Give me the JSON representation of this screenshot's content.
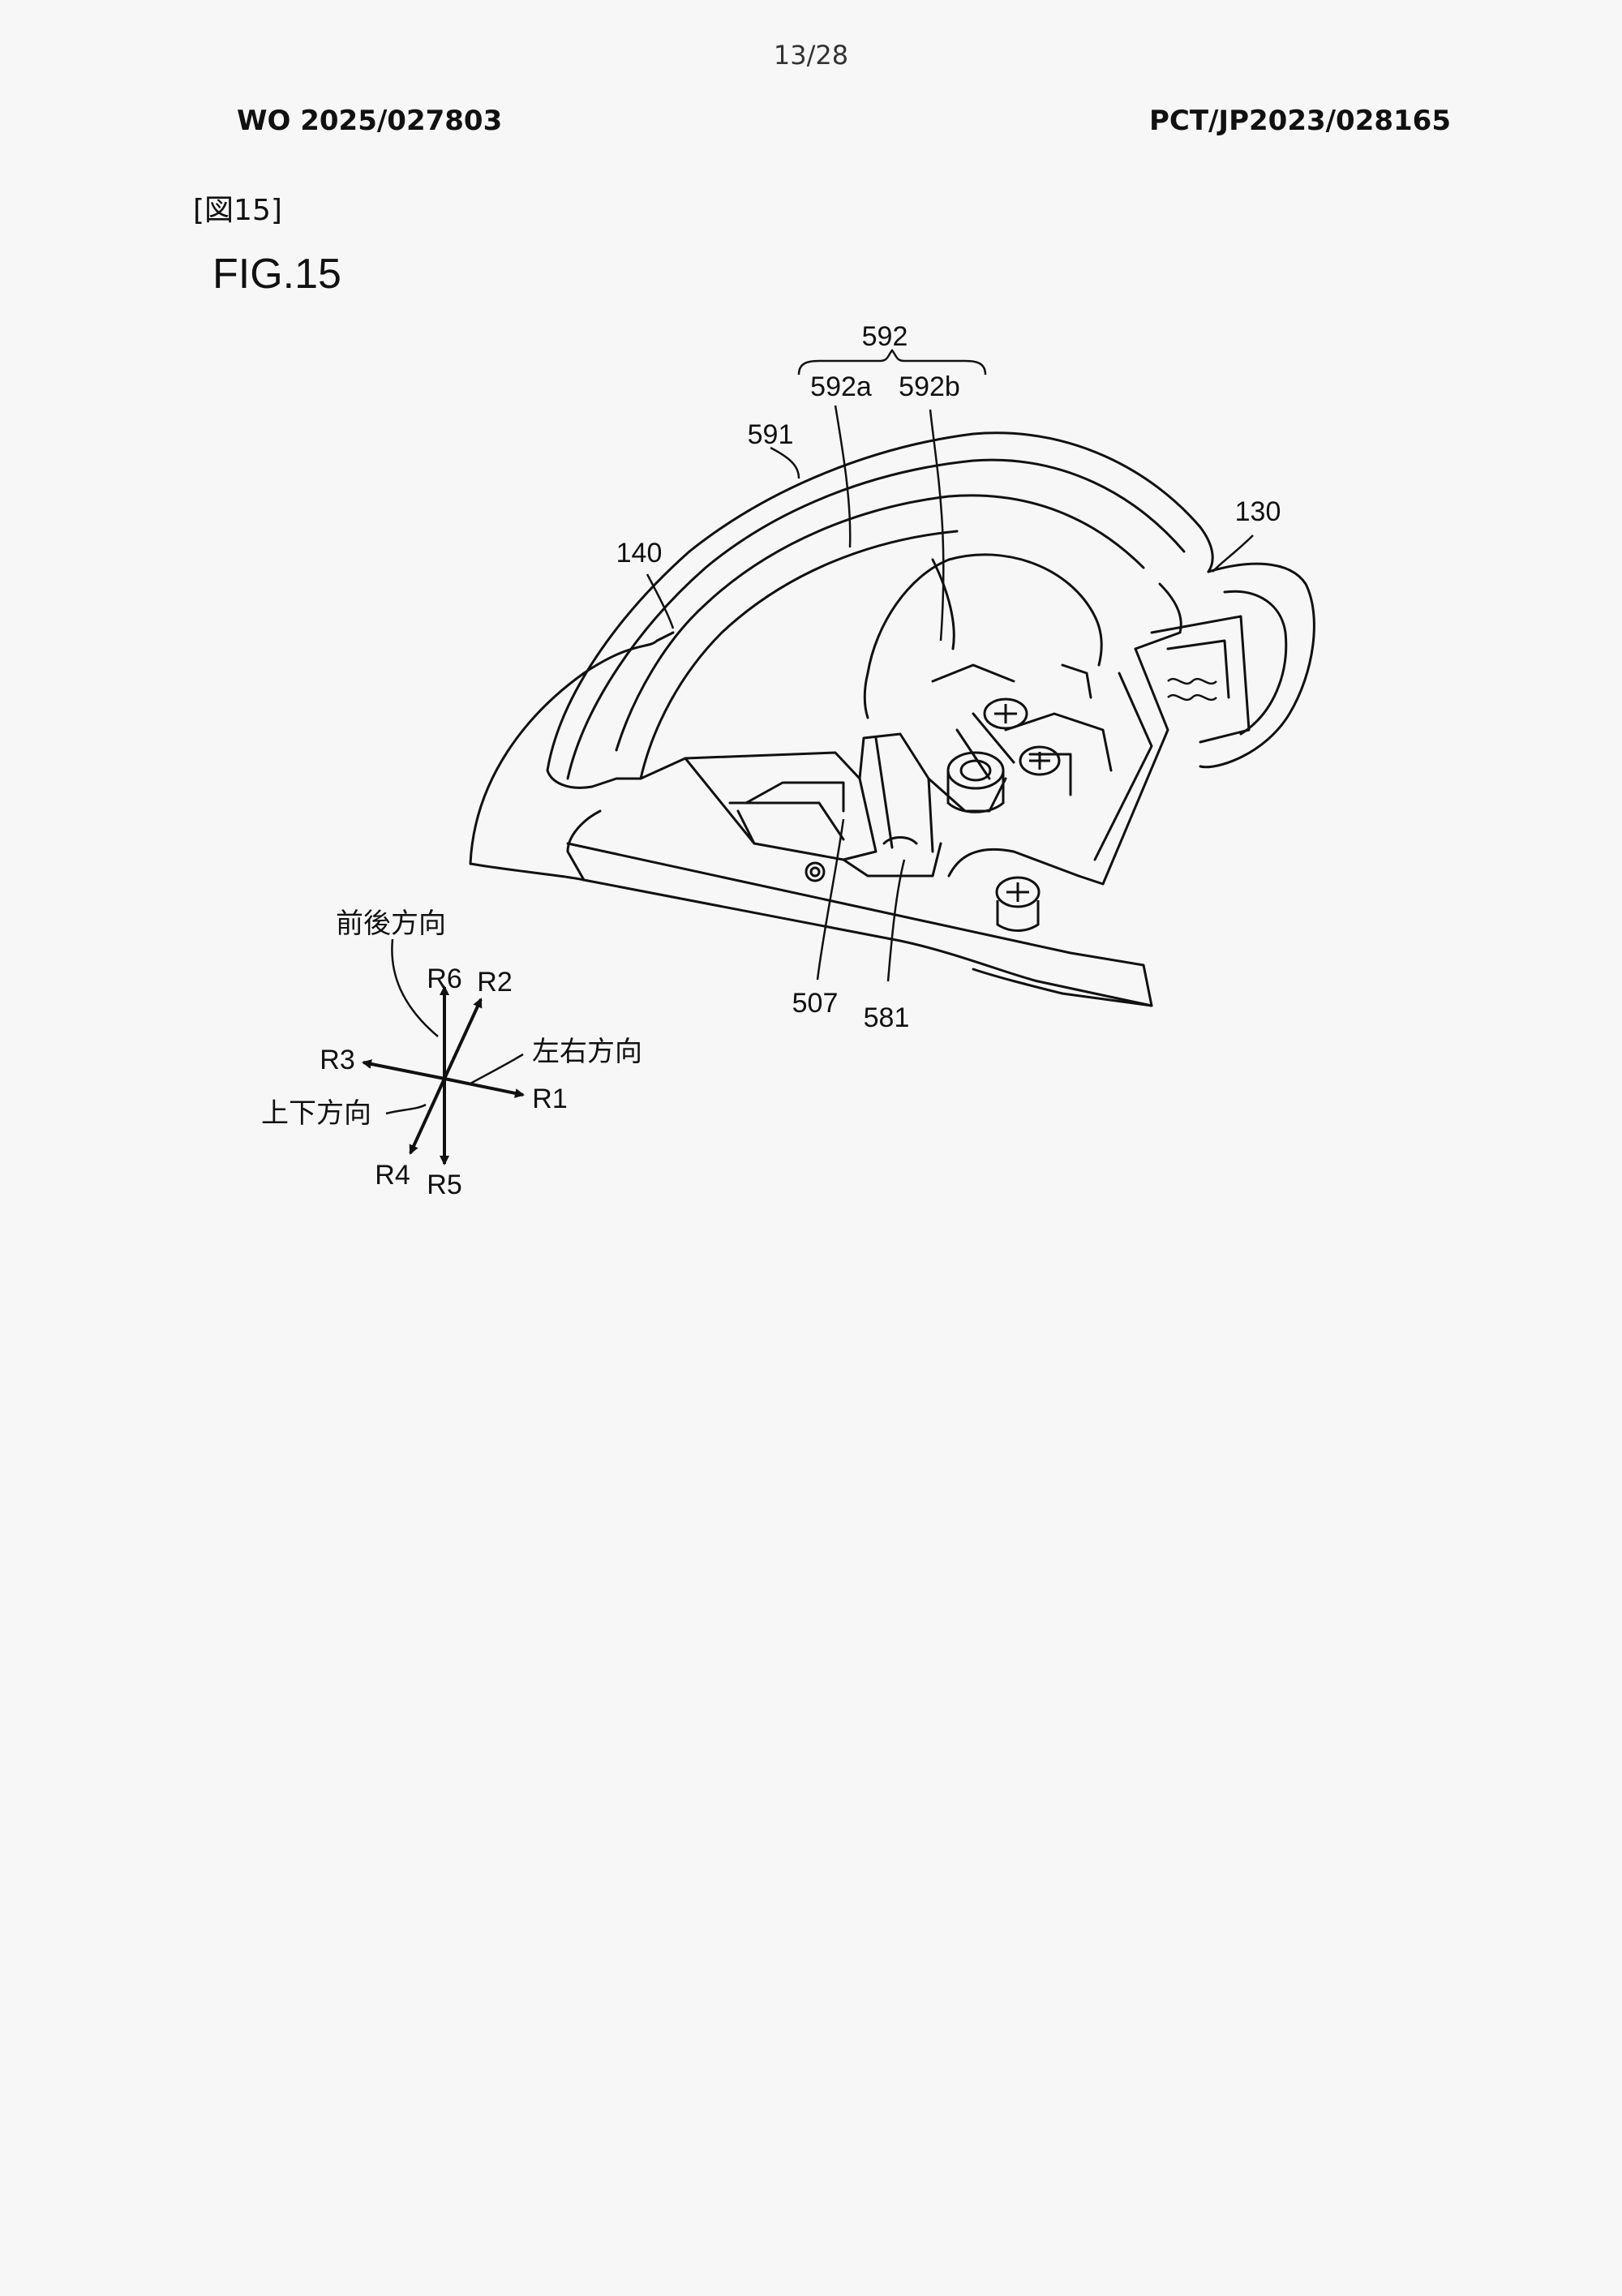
{
  "header": {
    "page_number": "13/28",
    "publication_number": "WO 2025/027803",
    "application_number": "PCT/JP2023/028165"
  },
  "figure": {
    "tag": "[図15]",
    "title": "FIG.15",
    "reference_labels": {
      "r592": "592",
      "r592a": "592a",
      "r592b": "592b",
      "r591": "591",
      "r140": "140",
      "r130": "130",
      "r507": "507",
      "r581": "581"
    },
    "direction_diagram": {
      "front_back": "前後方向",
      "left_right": "左右方向",
      "up_down": "上下方向",
      "R1": "R1",
      "R2": "R2",
      "R3": "R3",
      "R4": "R4",
      "R5": "R5",
      "R6": "R6"
    }
  }
}
